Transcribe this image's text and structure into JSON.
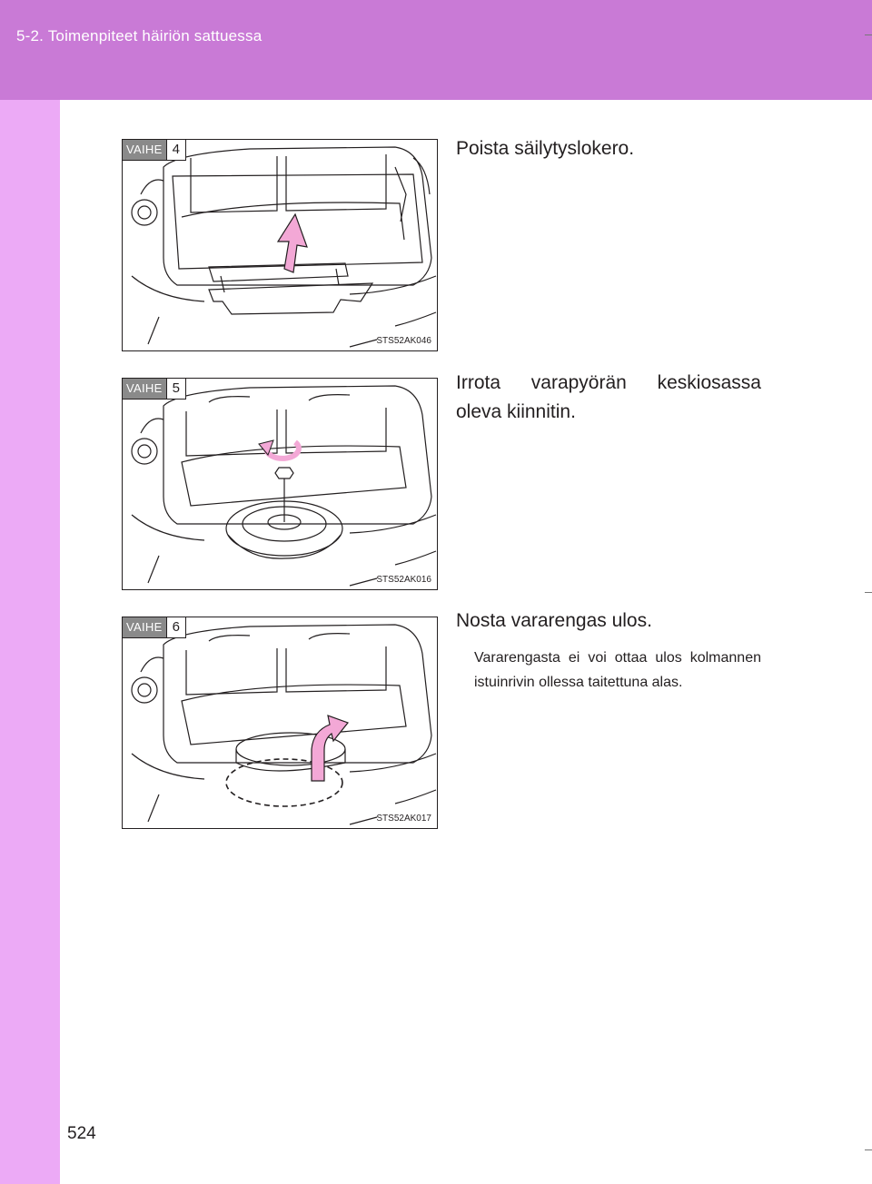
{
  "header": {
    "section_title": "5-2. Toimenpiteet häiriön sattuessa"
  },
  "page": {
    "number": "524"
  },
  "steps": [
    {
      "badge_label": "VAIHE",
      "badge_number": "4",
      "figure_code": "STS52AK046",
      "instruction": "Poista säilytyslokero.",
      "note": ""
    },
    {
      "badge_label": "VAIHE",
      "badge_number": "5",
      "figure_code": "STS52AK016",
      "instruction": "Irrota varapyörän keskiosassa oleva kiinnitin.",
      "note": ""
    },
    {
      "badge_label": "VAIHE",
      "badge_number": "6",
      "figure_code": "STS52AK017",
      "instruction": "Nosta vararengas ulos.",
      "note": "Vararengasta ei voi ottaa ulos kolmannen istuinrivin ollessa taitettuna alas."
    }
  ],
  "colors": {
    "header_band": "#c97ad6",
    "side_band": "#ecaaf6",
    "arrow": "#f3a8d6"
  }
}
